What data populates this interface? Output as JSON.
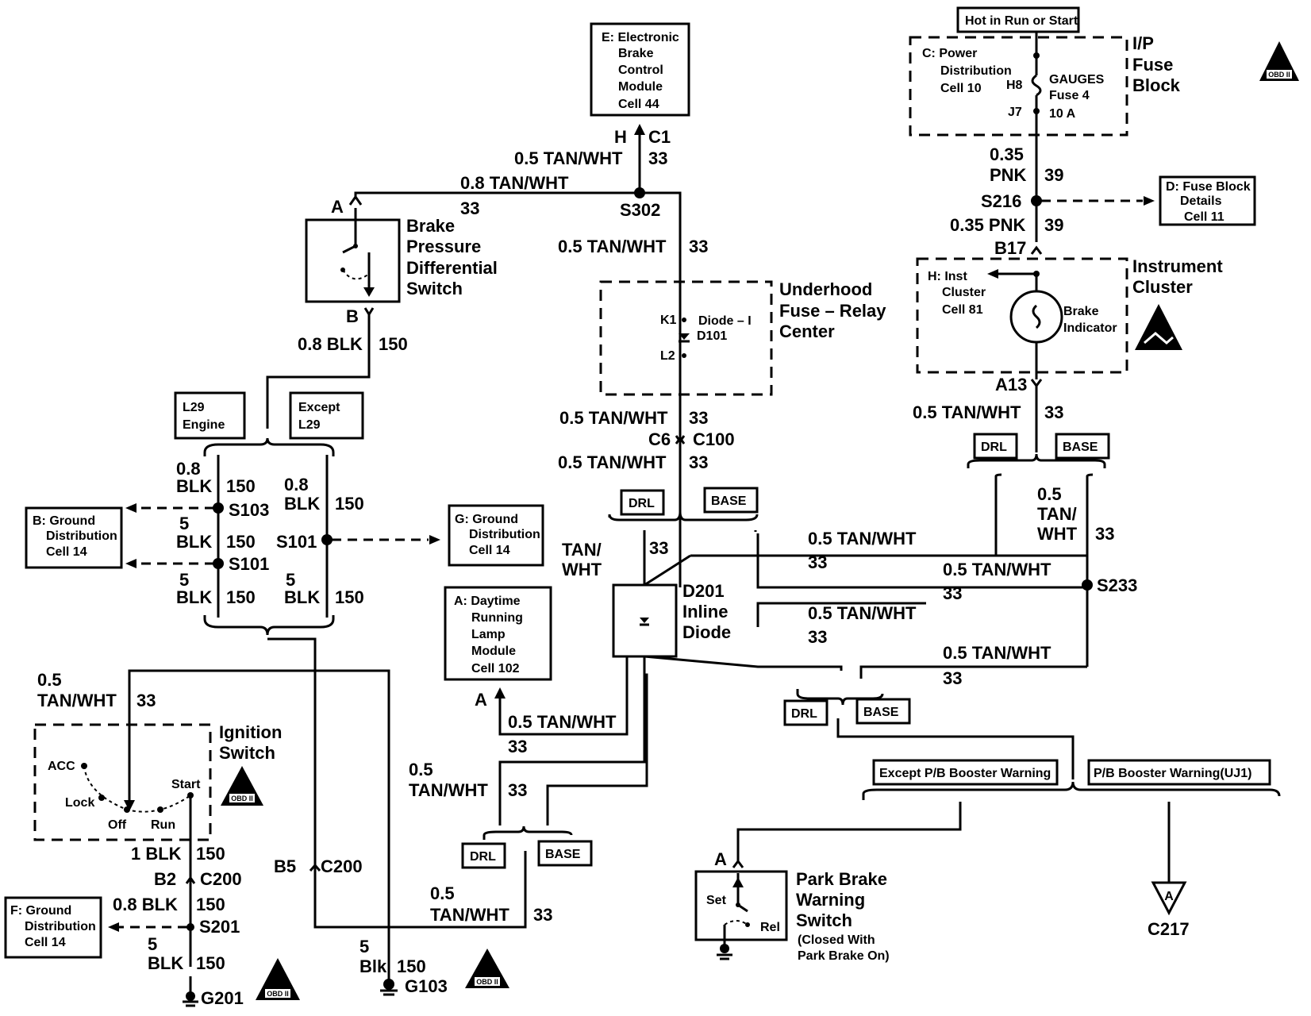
{
  "boxes": {
    "ebcm": [
      "E: Electronic",
      "Brake",
      "Control",
      "Module",
      "Cell 44"
    ],
    "hot": "Hot in Run or Start",
    "pdc": [
      "C: Power",
      "Distribution",
      "Cell 10"
    ],
    "fuse": [
      "GAUGES",
      "Fuse 4",
      "10 A"
    ],
    "fuse_block_title": [
      "I/P",
      "Fuse",
      "Block"
    ],
    "fbd": [
      "D: Fuse Block",
      "Details",
      "Cell 11"
    ],
    "inst": [
      "H: Inst",
      "Cluster",
      "Cell 81"
    ],
    "brake_ind": [
      "Brake",
      "Indicator"
    ],
    "inst_title": [
      "Instrument",
      "Cluster"
    ],
    "bpds": [
      "Brake",
      "Pressure",
      "Differential",
      "Switch"
    ],
    "uhfr": [
      "Underhood",
      "Fuse – Relay",
      "Center"
    ],
    "diode_i": "Diode – I",
    "l29": [
      "L29",
      "Engine"
    ],
    "except_l29": [
      "Except",
      "L29"
    ],
    "gd_b": [
      "B: Ground",
      "Distribution",
      "Cell 14"
    ],
    "gd_g": [
      "G: Ground",
      "Distribution",
      "Cell 14"
    ],
    "drl_mod": [
      "A: Daytime",
      "Running",
      "Lamp",
      "Module",
      "Cell 102"
    ],
    "d201": [
      "D201",
      "Inline",
      "Diode"
    ],
    "ign_title": [
      "Ignition",
      "Switch"
    ],
    "gd_f": [
      "F: Ground",
      "Distribution",
      "Cell 14"
    ],
    "except_pb": "Except P/B Booster Warning",
    "pb": "P/B Booster Warning(UJ1)",
    "pbws": [
      "Park Brake",
      "Warning",
      "Switch"
    ],
    "pbws_note": [
      "(Closed With",
      "Park Brake On)"
    ],
    "drl": "DRL",
    "base": "BASE",
    "obd": "OBD II"
  },
  "ign": {
    "acc": "ACC",
    "lock": "Lock",
    "off": "Off",
    "run": "Run",
    "start": "Start"
  },
  "pbsw": {
    "set": "Set",
    "rel": "Rel"
  },
  "pins": {
    "h": "H",
    "c1": "C1",
    "a": "A",
    "b": "B",
    "h8": "H8",
    "j7": "J7",
    "b17": "B17",
    "a13": "A13",
    "k1": "K1",
    "l2": "L2",
    "d101": "D101",
    "c6": "C6",
    "c100": "C100",
    "b2": "B2",
    "c200": "C200",
    "b5": "B5",
    "c217": "C217"
  },
  "splices": {
    "s302": "S302",
    "s216": "S216",
    "s103": "S103",
    "s101a": "S101",
    "s101b": "S101",
    "s233": "S233",
    "s201": "S201",
    "g201": "G201",
    "g103": "G103"
  },
  "wires": {
    "tw05": "0.5 TAN/WHT",
    "tw08": "0.8 TAN/WHT",
    "c33": "33",
    "c39": "39",
    "c150": "150",
    "p035": "0.35",
    "pnk": "PNK",
    "pnk035": "0.35 PNK",
    "blk08": "0.8 BLK",
    "blk1": "1 BLK",
    "n08": "0.8",
    "n05": "0.5",
    "n5": "5",
    "blk": "BLK",
    "blk_lc": "Blk",
    "tan": "TAN/",
    "wht": "WHT",
    "tanwht": "TAN/WHT"
  }
}
